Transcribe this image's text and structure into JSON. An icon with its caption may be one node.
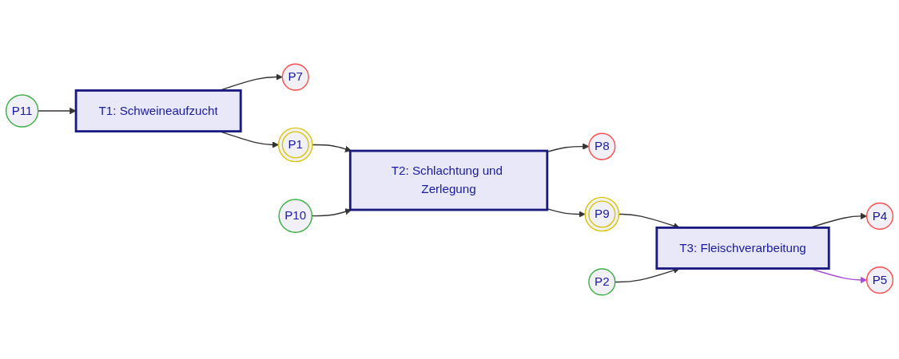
{
  "diagram": {
    "nodes": [
      {
        "text": [
          "P11"
        ]
      },
      {
        "text": [
          "T1: Schweineaufzucht"
        ]
      },
      {
        "text": [
          "P7"
        ]
      },
      {
        "text": [
          "P1"
        ]
      },
      {
        "text": [
          "P10"
        ]
      },
      {
        "text": [
          "T2: Schlachtung und Zerlegung"
        ]
      },
      {
        "text": [
          "P8"
        ]
      },
      {
        "text": [
          "P9"
        ]
      },
      {
        "text": [
          "P2"
        ]
      },
      {
        "text": [
          "T3: Fleischverarbeitung"
        ]
      },
      {
        "text": [
          "P4"
        ]
      },
      {
        "text": [
          "P5"
        ]
      }
    ],
    "edges": [
      {
        "from": 0,
        "to": 1,
        "arrow": "to"
      },
      {
        "from": 1,
        "to": 2,
        "arrow": "to"
      },
      {
        "from": 1,
        "to": 3,
        "arrow": "to"
      },
      {
        "from": 3,
        "to": 5,
        "arrow": "to"
      },
      {
        "from": 4,
        "to": 5,
        "arrow": "to"
      },
      {
        "from": 5,
        "to": 6,
        "arrow": "to"
      },
      {
        "from": 5,
        "to": 7,
        "arrow": "to"
      },
      {
        "from": 7,
        "to": 9,
        "arrow": "to"
      },
      {
        "from": 8,
        "to": 9,
        "arrow": "to"
      },
      {
        "from": 9,
        "to": 10,
        "arrow": "to"
      },
      {
        "from": 9,
        "to": 11,
        "arrow": "to",
        "color": "#a64fd6"
      }
    ]
  }
}
